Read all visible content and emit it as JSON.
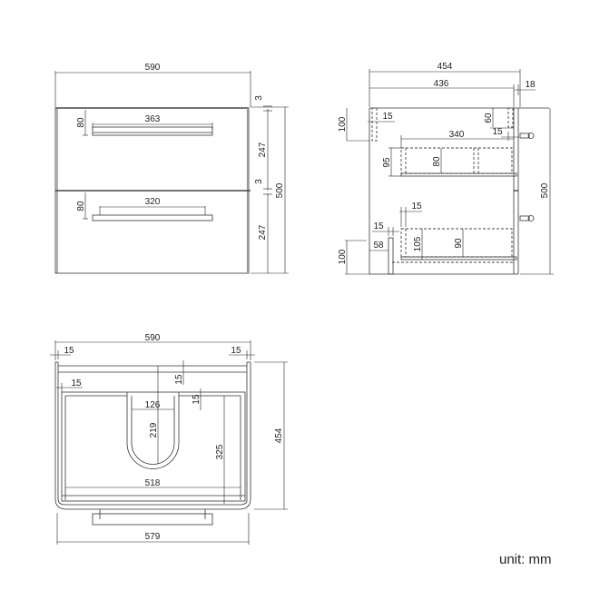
{
  "unit_label": "unit: mm",
  "front_view": {
    "width": "590",
    "top_gap": "3",
    "mid_gap": "3",
    "drawer1_height": "247",
    "drawer2_height": "247",
    "total_height": "500",
    "handle1_length": "363",
    "handle2_length": "320",
    "handle1_offset": "80",
    "handle2_offset": "80"
  },
  "side_view": {
    "depth": "454",
    "inner_depth": "436",
    "front_thickness": "18",
    "top_rail_height": "100",
    "top_rail_thickness": "15",
    "rear_rail_height": "60",
    "rear_rail_thickness": "15",
    "upper_drawer_length": "340",
    "upper_drawer_outer": "95",
    "upper_drawer_inner": "80",
    "lower_drawer_side": "15",
    "lower_panel_thickness": "15",
    "lower_offset": "58",
    "bottom_rail_height": "100",
    "lower_drawer_outer": "105",
    "lower_drawer_inner": "90",
    "total_height": "500"
  },
  "top_view": {
    "width": "590",
    "left_side": "15",
    "right_side": "15",
    "back_panel": "15",
    "inner_side": "15",
    "drawer_back": "15",
    "cutout_width": "126",
    "cutout_depth": "219",
    "drawer_depth": "325",
    "inner_width": "518",
    "depth": "454",
    "bottom_width": "579"
  }
}
